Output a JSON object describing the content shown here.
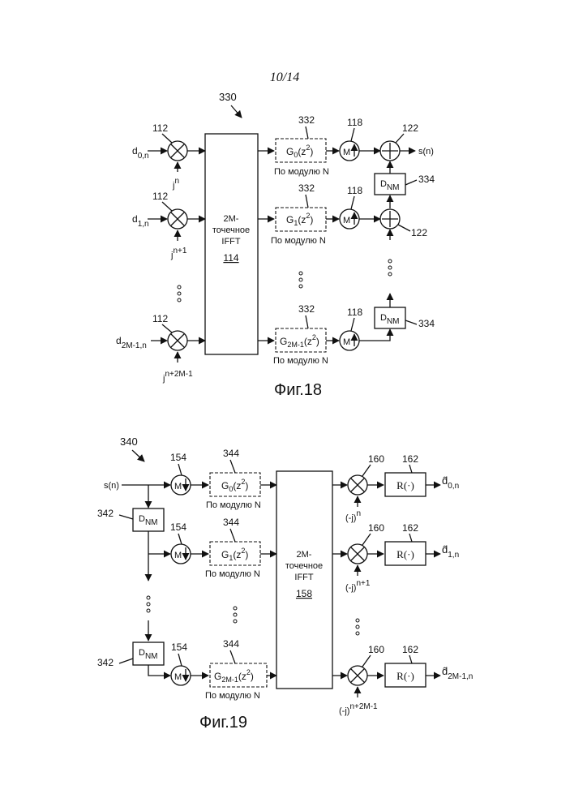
{
  "page_number": "10/14",
  "fig18": {
    "caption": "Фиг.18",
    "ref_block": "330",
    "ifft": {
      "l1": "2M-",
      "l2": "точечное",
      "l3": "IFFT",
      "ref": "114"
    },
    "mult_ref": "112",
    "upsampler_ref": "118",
    "adder_ref": "122",
    "filter_ref": "332",
    "delay_ref": "334",
    "modulo_label": "По модулю N",
    "output": "s(n)",
    "inputs": [
      {
        "base": "d",
        "sub": "0,n"
      },
      {
        "base": "d",
        "sub": "1,n"
      },
      {
        "base": "d",
        "sub": "2M-1,n"
      }
    ],
    "phases": [
      {
        "base": "j",
        "sup": "n"
      },
      {
        "base": "j",
        "sup": "n+1"
      },
      {
        "base": "j",
        "sup": "n+2M-1"
      }
    ],
    "filters": [
      {
        "g": "G",
        "sub": "0",
        "arg": "(z",
        "sup": "2",
        "close": ")"
      },
      {
        "g": "G",
        "sub": "1",
        "arg": "(z",
        "sup": "2",
        "close": ")"
      },
      {
        "g": "G",
        "sub": "2M-1",
        "arg": "(z",
        "sup": "2",
        "close": ")"
      }
    ],
    "upsampler_label": "M",
    "delay": {
      "base": "D",
      "sub": "NM"
    }
  },
  "fig19": {
    "caption": "Фиг.19",
    "ref_block": "340",
    "ifft": {
      "l1": "2M-",
      "l2": "точечное",
      "l3": "IFFT",
      "ref": "158"
    },
    "downsampler_ref": "154",
    "filter_ref": "344",
    "delay_ref": "342",
    "mult_ref": "160",
    "r_ref": "162",
    "r_label": "R(·)",
    "modulo_label": "По модулю N",
    "input": "s(n)",
    "downsampler_label": "M",
    "delay": {
      "base": "D",
      "sub": "NM"
    },
    "filters": [
      {
        "g": "G",
        "sub": "0",
        "arg": "(z",
        "sup": "2",
        "close": ")"
      },
      {
        "g": "G",
        "sub": "1",
        "arg": "(z",
        "sup": "2",
        "close": ")"
      },
      {
        "g": "G",
        "sub": "2M-1",
        "arg": "(z",
        "sup": "2",
        "close": ")"
      }
    ],
    "phases": [
      {
        "base": "(-j)",
        "sup": "n"
      },
      {
        "base": "(-j)",
        "sup": "n+1"
      },
      {
        "base": "(-j)",
        "sup": "n+2M-1"
      }
    ],
    "outputs": [
      {
        "base": "d̂",
        "sub": "0,n"
      },
      {
        "base": "d̂",
        "sub": "1,n"
      },
      {
        "base": "d̂",
        "sub": "2M-1,n"
      }
    ]
  }
}
